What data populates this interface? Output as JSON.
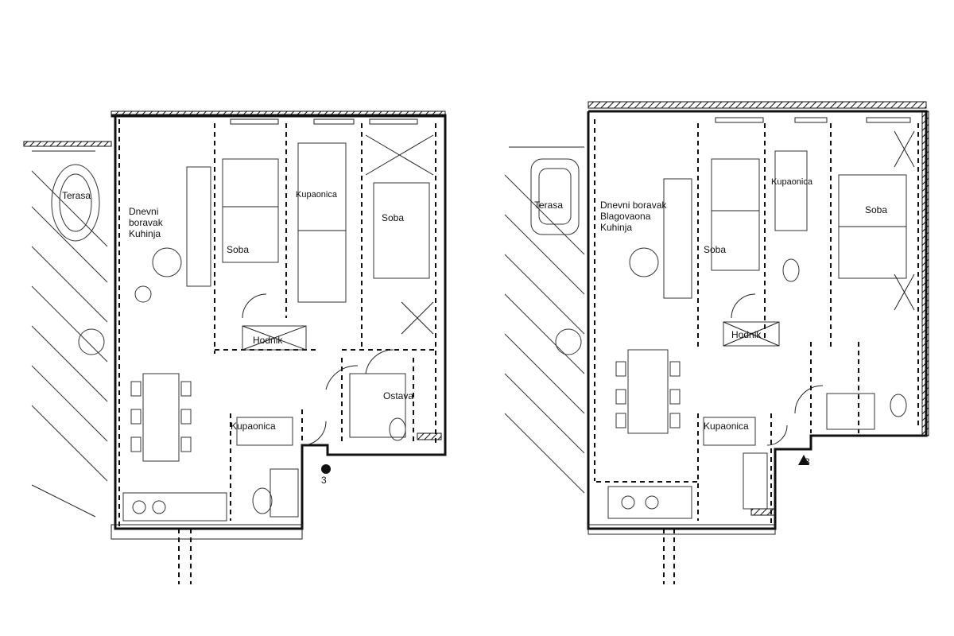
{
  "left_unit": {
    "labels": [
      {
        "id": "terrace-label",
        "lines": [
          "Terasa"
        ]
      },
      {
        "id": "living-label",
        "lines": [
          "Dnevni",
          "boravak",
          "Kuhinja"
        ]
      },
      {
        "id": "room1-label",
        "lines": [
          "Soba"
        ]
      },
      {
        "id": "room2-label",
        "lines": [
          "Soba"
        ]
      },
      {
        "id": "bath-label",
        "lines": [
          "Kupaonica"
        ]
      },
      {
        "id": "hall-label",
        "lines": [
          "Hodnik"
        ]
      },
      {
        "id": "wc-label",
        "lines": [
          "Kupaonica"
        ]
      },
      {
        "id": "storage-label",
        "lines": [
          "Ostava"
        ]
      }
    ],
    "marker": "3"
  },
  "right_unit": {
    "labels": [
      {
        "id": "r-terrace-label",
        "lines": [
          "Terasa"
        ]
      },
      {
        "id": "r-living-label",
        "lines": [
          "Dnevni boravak",
          "Blagovaona",
          "Kuhinja"
        ]
      },
      {
        "id": "r-room1-label",
        "lines": [
          "Soba"
        ]
      },
      {
        "id": "r-room2-label",
        "lines": [
          "Soba"
        ]
      },
      {
        "id": "r-bath-label",
        "lines": [
          "Kupaonica"
        ]
      },
      {
        "id": "r-hall-label",
        "lines": [
          "Hodnik"
        ]
      },
      {
        "id": "r-wc-label",
        "lines": [
          "Kupaonica"
        ]
      }
    ],
    "marker": "3"
  }
}
